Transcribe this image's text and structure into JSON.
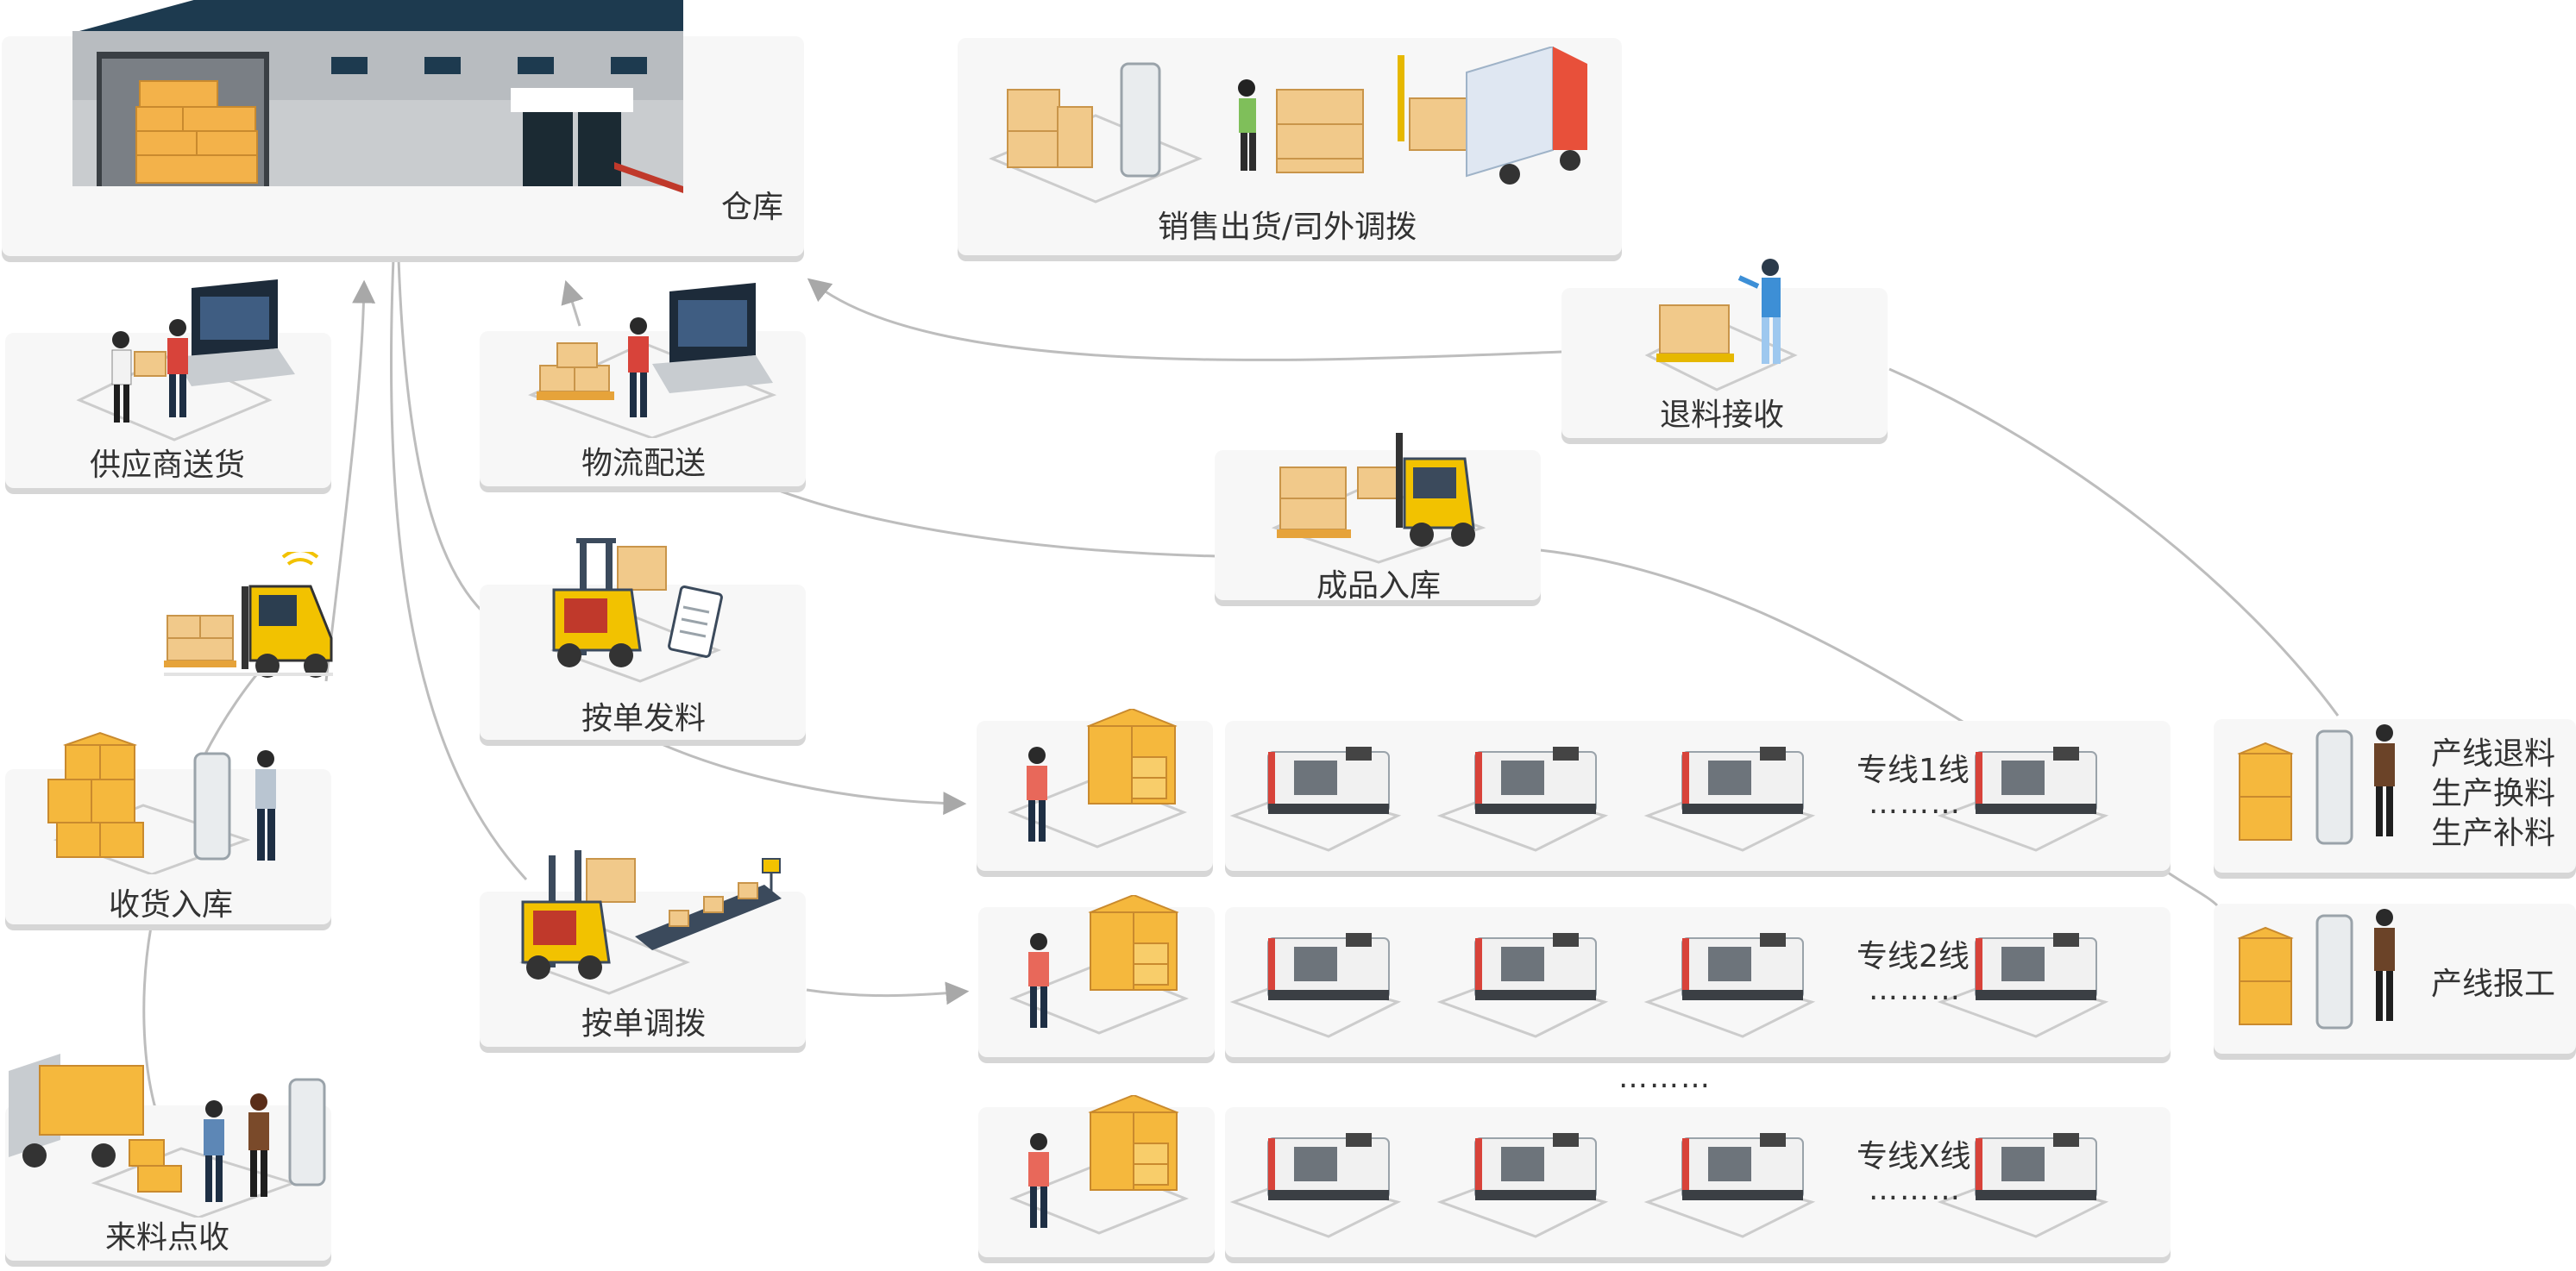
{
  "warehouse": {
    "label": "仓库"
  },
  "sales": {
    "label": "销售出货/司外调拨"
  },
  "returns": {
    "label": "退料接收"
  },
  "supplier": {
    "label": "供应商送货"
  },
  "logistics": {
    "label": "物流配送"
  },
  "finished": {
    "label": "成品入库"
  },
  "issue": {
    "label": "按单发料"
  },
  "receiving": {
    "label": "收货入库"
  },
  "transfer": {
    "label": "按单调拨"
  },
  "inspection": {
    "label": "来料点收"
  },
  "lines": [
    {
      "label": "专线1线",
      "more": "………"
    },
    {
      "label": "专线2线",
      "more": "………"
    },
    {
      "label": "专线X线",
      "more": "………"
    }
  ],
  "between_lines": "………",
  "side": {
    "ops": [
      "产线退料",
      "生产换料",
      "生产补料"
    ],
    "report": "产线报工"
  },
  "colors": {
    "card": "#f7f7f7",
    "line": "#bdbdbd",
    "box": "#f5b83d",
    "forklift": "#f2c200"
  }
}
